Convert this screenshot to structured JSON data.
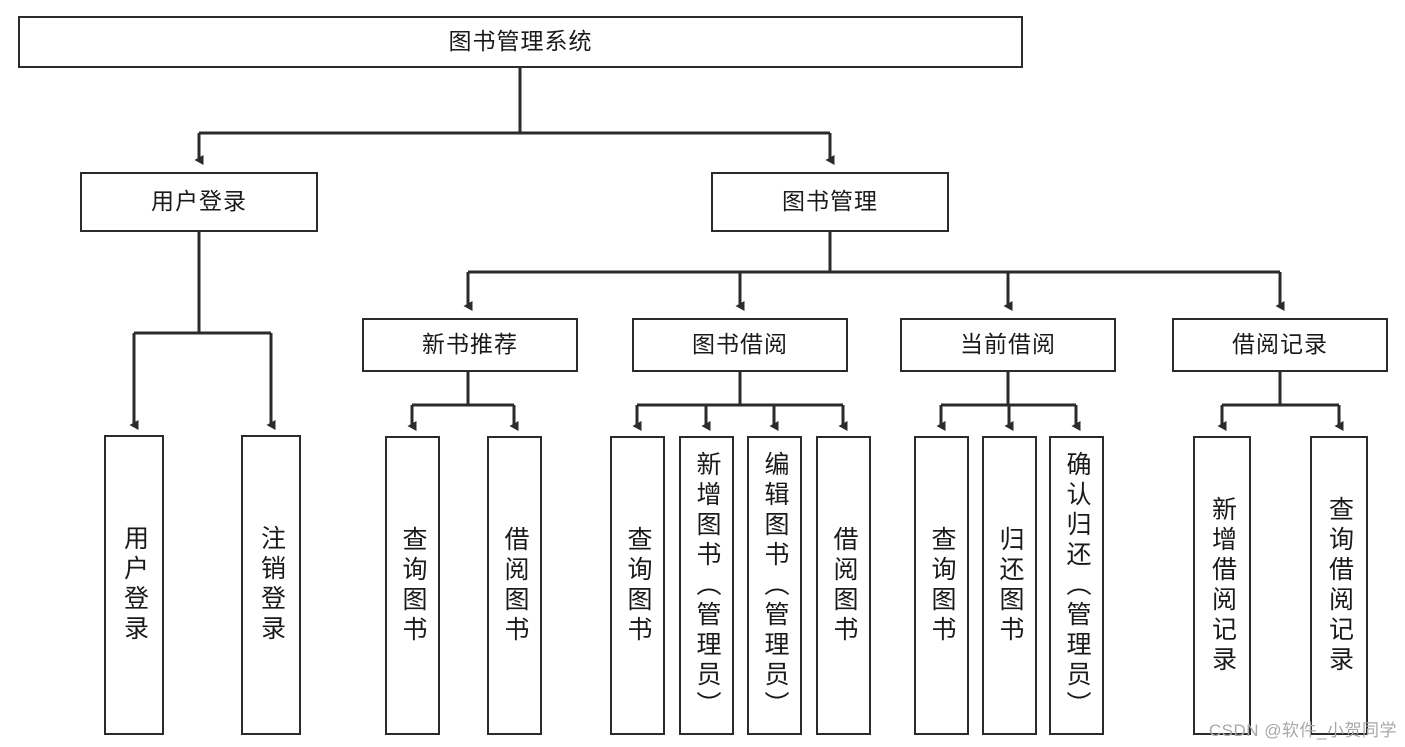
{
  "diagram": {
    "type": "tree-hierarchy",
    "title": "图书管理系统",
    "orientation": "top-down",
    "watermark": "CSDN @软件_小贺同学",
    "colors": {
      "node_border": "#2b2b2b",
      "node_fill": "#ffffff",
      "connector": "#2b2b2b",
      "text": "#1a1a1a",
      "watermark": "#a8a8a8"
    },
    "nodes": {
      "root": {
        "label": "图书管理系统",
        "level": 0
      },
      "l1": [
        {
          "id": "user-login",
          "label": "用户登录",
          "level": 1
        },
        {
          "id": "book-management",
          "label": "图书管理",
          "level": 1
        }
      ],
      "l2": [
        {
          "id": "new-book-recommend",
          "label": "新书推荐",
          "level": 2,
          "parent": "book-management"
        },
        {
          "id": "book-borrow",
          "label": "图书借阅",
          "level": 2,
          "parent": "book-management"
        },
        {
          "id": "current-borrow",
          "label": "当前借阅",
          "level": 2,
          "parent": "book-management"
        },
        {
          "id": "borrow-record",
          "label": "借阅记录",
          "level": 2,
          "parent": "book-management"
        }
      ],
      "leaves": [
        {
          "id": "leaf-user-login",
          "label": "用户登录",
          "parent": "user-login"
        },
        {
          "id": "leaf-logout",
          "label": "注销登录",
          "parent": "user-login"
        },
        {
          "id": "leaf-query-book-1",
          "label": "查询图书",
          "parent": "new-book-recommend"
        },
        {
          "id": "leaf-borrow-book-1",
          "label": "借阅图书",
          "parent": "new-book-recommend"
        },
        {
          "id": "leaf-query-book-2",
          "label": "查询图书",
          "parent": "book-borrow"
        },
        {
          "id": "leaf-add-book",
          "label": "新增图书（管理员）",
          "parent": "book-borrow"
        },
        {
          "id": "leaf-edit-book",
          "label": "编辑图书（管理员）",
          "parent": "book-borrow"
        },
        {
          "id": "leaf-borrow-book-2",
          "label": "借阅图书",
          "parent": "book-borrow"
        },
        {
          "id": "leaf-query-book-3",
          "label": "查询图书",
          "parent": "current-borrow"
        },
        {
          "id": "leaf-return-book",
          "label": "归还图书",
          "parent": "current-borrow"
        },
        {
          "id": "leaf-confirm-return",
          "label": "确认归还（管理员）",
          "parent": "current-borrow"
        },
        {
          "id": "leaf-add-record",
          "label": "新增借阅记录",
          "parent": "borrow-record"
        },
        {
          "id": "leaf-query-record",
          "label": "查询借阅记录",
          "parent": "borrow-record"
        }
      ]
    }
  }
}
